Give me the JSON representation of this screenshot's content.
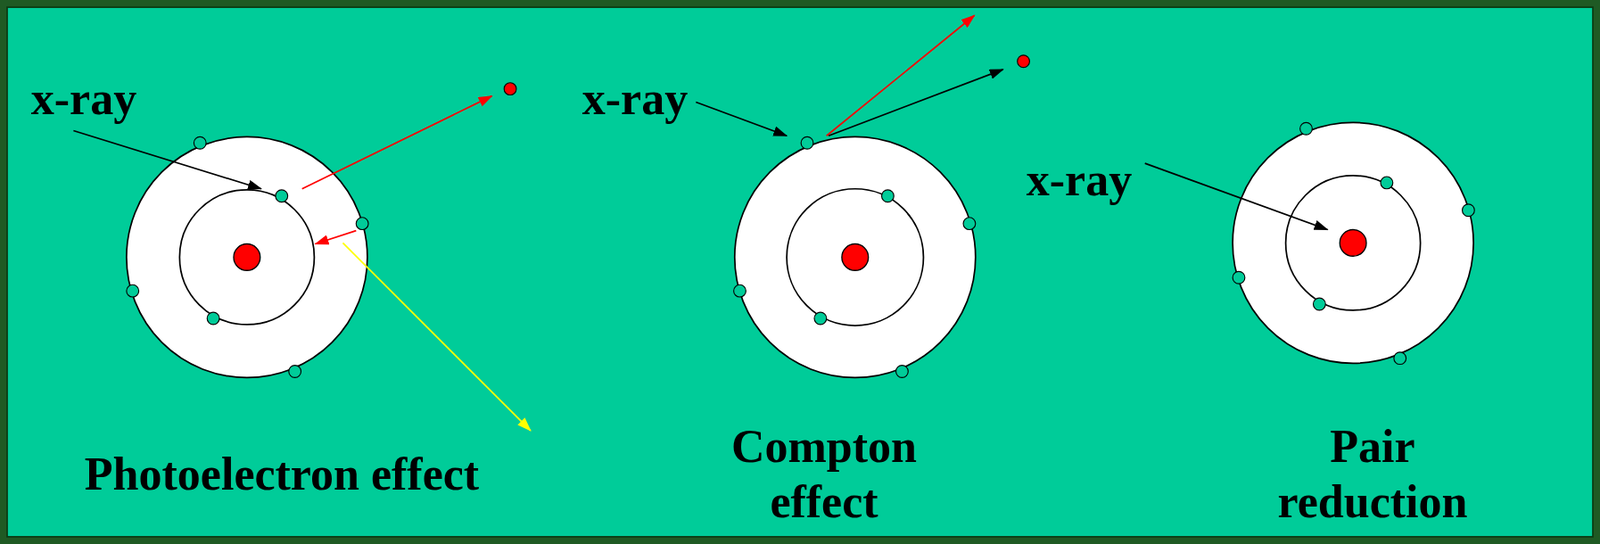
{
  "diagram": {
    "labels": [
      "x-ray",
      "x-ray",
      "x-ray",
      "Photoelectron effect",
      "Compton effect",
      "Pair reduction"
    ]
  }
}
